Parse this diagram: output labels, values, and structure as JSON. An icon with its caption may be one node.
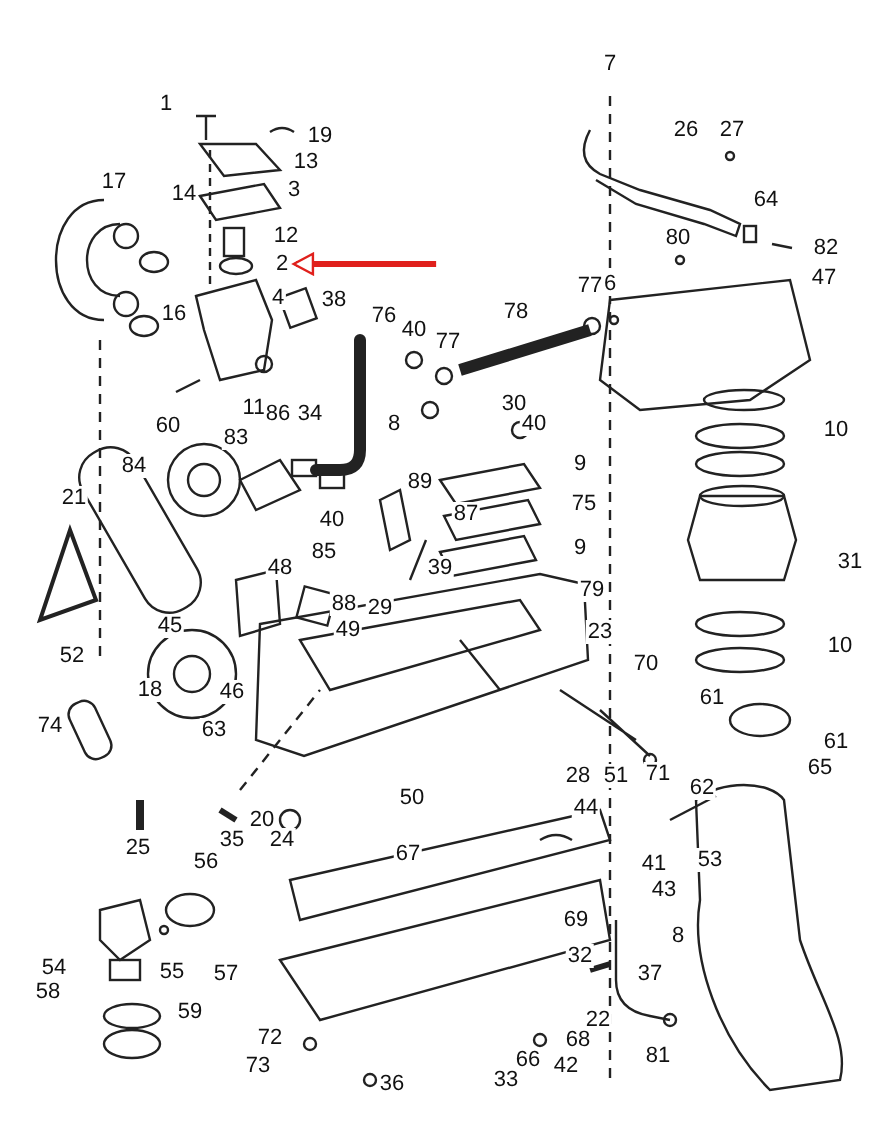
{
  "diagram": {
    "nodes": [
      {
        "text": [
          "1"
        ]
      },
      {
        "text": [
          "19"
        ]
      },
      {
        "text": [
          "7"
        ]
      },
      {
        "text": [
          "13"
        ]
      },
      {
        "text": [
          "26"
        ]
      },
      {
        "text": [
          "27"
        ]
      },
      {
        "text": [
          "17"
        ]
      },
      {
        "text": [
          "14"
        ]
      },
      {
        "text": [
          "3"
        ]
      },
      {
        "text": [
          "64"
        ]
      },
      {
        "text": [
          "12"
        ]
      },
      {
        "text": [
          "80"
        ]
      },
      {
        "text": [
          "82"
        ]
      },
      {
        "text": [
          "2"
        ]
      },
      {
        "text": [
          "47"
        ]
      },
      {
        "text": [
          "38"
        ]
      },
      {
        "text": [
          "4"
        ]
      },
      {
        "text": [
          "16"
        ]
      },
      {
        "text": [
          "77"
        ]
      },
      {
        "text": [
          "6"
        ]
      },
      {
        "text": [
          "76"
        ]
      },
      {
        "text": [
          "40"
        ]
      },
      {
        "text": [
          "78"
        ]
      },
      {
        "text": [
          "77"
        ]
      },
      {
        "text": [
          "30"
        ]
      },
      {
        "text": [
          "8"
        ]
      },
      {
        "text": [
          "40"
        ]
      },
      {
        "text": [
          "60"
        ]
      },
      {
        "text": [
          "11"
        ]
      },
      {
        "text": [
          "86"
        ]
      },
      {
        "text": [
          "34"
        ]
      },
      {
        "text": [
          "10"
        ]
      },
      {
        "text": [
          "83"
        ]
      },
      {
        "text": [
          "84"
        ]
      },
      {
        "text": [
          "9"
        ]
      },
      {
        "text": [
          "89"
        ]
      },
      {
        "text": [
          "87"
        ]
      },
      {
        "text": [
          "21"
        ]
      },
      {
        "text": [
          "75"
        ]
      },
      {
        "text": [
          "40"
        ]
      },
      {
        "text": [
          "31"
        ]
      },
      {
        "text": [
          "9"
        ]
      },
      {
        "text": [
          "85"
        ]
      },
      {
        "text": [
          "39"
        ]
      },
      {
        "text": [
          "48"
        ]
      },
      {
        "text": [
          "88"
        ]
      },
      {
        "text": [
          "29"
        ]
      },
      {
        "text": [
          "49"
        ]
      },
      {
        "text": [
          "45"
        ]
      },
      {
        "text": [
          "79"
        ]
      },
      {
        "text": [
          "10"
        ]
      },
      {
        "text": [
          "23"
        ]
      },
      {
        "text": [
          "52"
        ]
      },
      {
        "text": [
          "18"
        ]
      },
      {
        "text": [
          "70"
        ]
      },
      {
        "text": [
          "61"
        ]
      },
      {
        "text": [
          "74"
        ]
      },
      {
        "text": [
          "46"
        ]
      },
      {
        "text": [
          "63"
        ]
      },
      {
        "text": [
          "61"
        ]
      },
      {
        "text": [
          "65"
        ]
      },
      {
        "text": [
          "28"
        ]
      },
      {
        "text": [
          "51"
        ]
      },
      {
        "text": [
          "71"
        ]
      },
      {
        "text": [
          "62"
        ]
      },
      {
        "text": [
          "50"
        ]
      },
      {
        "text": [
          "25"
        ]
      },
      {
        "text": [
          "35"
        ]
      },
      {
        "text": [
          "20"
        ]
      },
      {
        "text": [
          "24"
        ]
      },
      {
        "text": [
          "44"
        ]
      },
      {
        "text": [
          "67"
        ]
      },
      {
        "text": [
          "53"
        ]
      },
      {
        "text": [
          "41"
        ]
      },
      {
        "text": [
          "56"
        ]
      },
      {
        "text": [
          "43"
        ]
      },
      {
        "text": [
          "69"
        ]
      },
      {
        "text": [
          "8"
        ]
      },
      {
        "text": [
          "32"
        ]
      },
      {
        "text": [
          "37"
        ]
      },
      {
        "text": [
          "54"
        ]
      },
      {
        "text": [
          "58"
        ]
      },
      {
        "text": [
          "55"
        ]
      },
      {
        "text": [
          "57"
        ]
      },
      {
        "text": [
          "22"
        ]
      },
      {
        "text": [
          "59"
        ]
      },
      {
        "text": [
          "68"
        ]
      },
      {
        "text": [
          "72"
        ]
      },
      {
        "text": [
          "66"
        ]
      },
      {
        "text": [
          "42"
        ]
      },
      {
        "text": [
          "81"
        ]
      },
      {
        "text": [
          "73"
        ]
      },
      {
        "text": [
          "33"
        ]
      },
      {
        "text": [
          "36"
        ]
      }
    ],
    "edges": [
      {
        "from": null,
        "to": 13,
        "arrow": "to",
        "color": "#e0201c"
      }
    ]
  }
}
